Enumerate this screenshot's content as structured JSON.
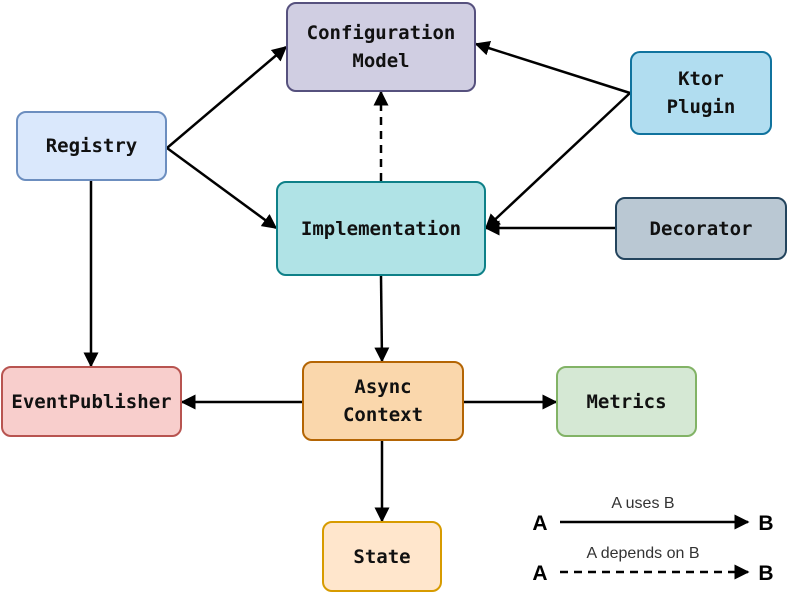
{
  "nodes": {
    "configuration_model": {
      "label": "Configuration\nModel",
      "fill": "#d0cee2",
      "stroke": "#56517e"
    },
    "ktor_plugin": {
      "label": "Ktor\nPlugin",
      "fill": "#b1ddf0",
      "stroke": "#10739e"
    },
    "registry": {
      "label": "Registry",
      "fill": "#dae8fc",
      "stroke": "#6c8ebf"
    },
    "implementation": {
      "label": "Implementation",
      "fill": "#b0e3e6",
      "stroke": "#0e8088"
    },
    "decorator": {
      "label": "Decorator",
      "fill": "#bac8d3",
      "stroke": "#23445d"
    },
    "event_publisher": {
      "label": "EventPublisher",
      "fill": "#f8cecc",
      "stroke": "#b85450"
    },
    "async_context": {
      "label": "Async\nContext",
      "fill": "#fad7ac",
      "stroke": "#b46504"
    },
    "metrics": {
      "label": "Metrics",
      "fill": "#d5e8d4",
      "stroke": "#82b366"
    },
    "state": {
      "label": "State",
      "fill": "#ffe6cc",
      "stroke": "#d79b00"
    }
  },
  "edges": [
    {
      "from": "registry",
      "to": "configuration_model",
      "style": "solid"
    },
    {
      "from": "registry",
      "to": "implementation",
      "style": "solid"
    },
    {
      "from": "registry",
      "to": "event_publisher",
      "style": "solid"
    },
    {
      "from": "ktor_plugin",
      "to": "configuration_model",
      "style": "solid"
    },
    {
      "from": "ktor_plugin",
      "to": "implementation",
      "style": "solid"
    },
    {
      "from": "implementation",
      "to": "configuration_model",
      "style": "dashed"
    },
    {
      "from": "decorator",
      "to": "implementation",
      "style": "solid"
    },
    {
      "from": "implementation",
      "to": "async_context",
      "style": "solid"
    },
    {
      "from": "async_context",
      "to": "event_publisher",
      "style": "solid"
    },
    {
      "from": "async_context",
      "to": "metrics",
      "style": "solid"
    },
    {
      "from": "async_context",
      "to": "state",
      "style": "solid"
    }
  ],
  "legend": {
    "uses": {
      "a": "A",
      "b": "B",
      "label": "A uses B",
      "style": "solid"
    },
    "depends": {
      "a": "A",
      "b": "B",
      "label": "A depends on B",
      "style": "dashed"
    }
  },
  "colors": {
    "edge": "#000000",
    "legend_label": "#333333"
  }
}
